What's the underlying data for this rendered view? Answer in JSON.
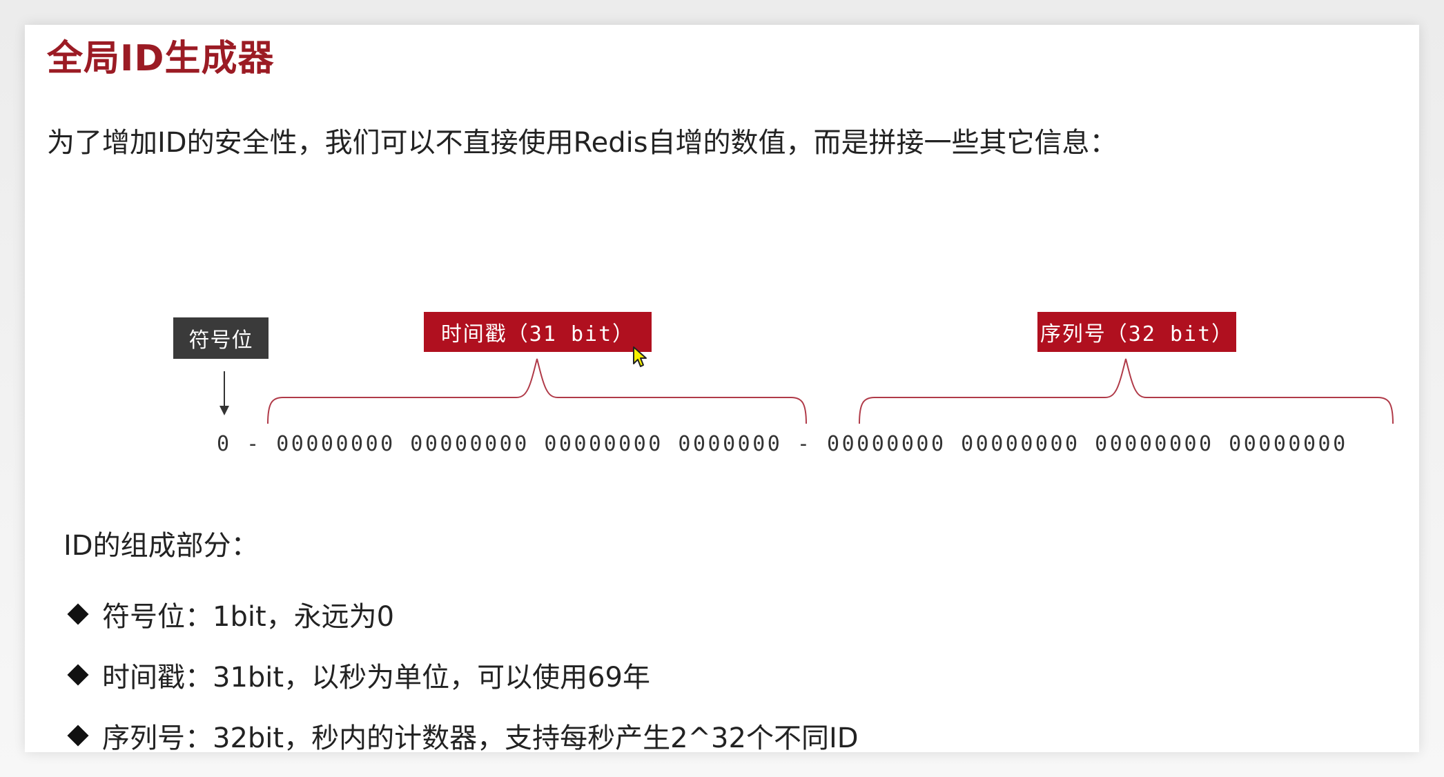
{
  "slide": {
    "title": "全局ID生成器",
    "intro": "为了增加ID的安全性，我们可以不直接使用Redis自增的数值，而是拼接一些其它信息："
  },
  "diagram": {
    "labels": {
      "sign": "符号位",
      "timestamp": "时间戳（31 bit）",
      "sequence": "序列号（32 bit）"
    },
    "bits_text": "0 - 00000000 00000000 00000000 0000000 - 00000000 00000000 00000000 00000000",
    "colors": {
      "label_red": "#b0101f",
      "label_dark": "#3a3a3a",
      "bracket": "#b03a48"
    }
  },
  "composition": {
    "heading": "ID的组成部分：",
    "items": [
      "符号位：1bit，永远为0",
      "时间戳：31bit，以秒为单位，可以使用69年",
      "序列号：32bit，秒内的计数器，支持每秒产生2^32个不同ID"
    ]
  },
  "colors": {
    "title": "#9b1b24",
    "text": "#222222"
  }
}
